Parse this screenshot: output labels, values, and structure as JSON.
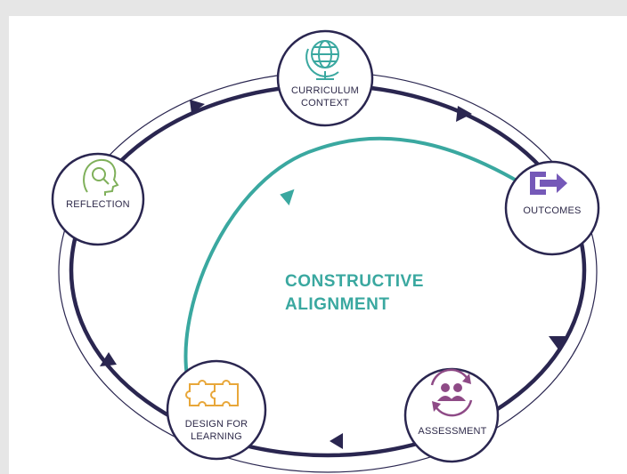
{
  "diagram": {
    "title_lines": [
      "CONSTRUCTIVE",
      "ALIGNMENT"
    ],
    "colors": {
      "cycle_stroke": "#2a2650",
      "teal": "#3aa8a0",
      "outline": "#2a2650",
      "outcomes_icon": "#7559b8",
      "assessment_icon": "#8e4a86",
      "design_icon": "#e8a73a",
      "reflection_icon": "#7fb05a",
      "curriculum_icon": "#3aa8a0"
    },
    "nodes": [
      {
        "id": "curriculum",
        "lines": [
          "CURRICULUM",
          "CONTEXT"
        ],
        "icon": "globe-icon"
      },
      {
        "id": "outcomes",
        "lines": [
          "OUTCOMES"
        ],
        "icon": "arrow-right-icon"
      },
      {
        "id": "assessment",
        "lines": [
          "ASSESSMENT"
        ],
        "icon": "people-cycle-icon"
      },
      {
        "id": "design",
        "lines": [
          "DESIGN FOR",
          "LEARNING"
        ],
        "icon": "puzzle-icon"
      },
      {
        "id": "reflection",
        "lines": [
          "REFLECTION"
        ],
        "icon": "head-search-icon"
      }
    ]
  }
}
